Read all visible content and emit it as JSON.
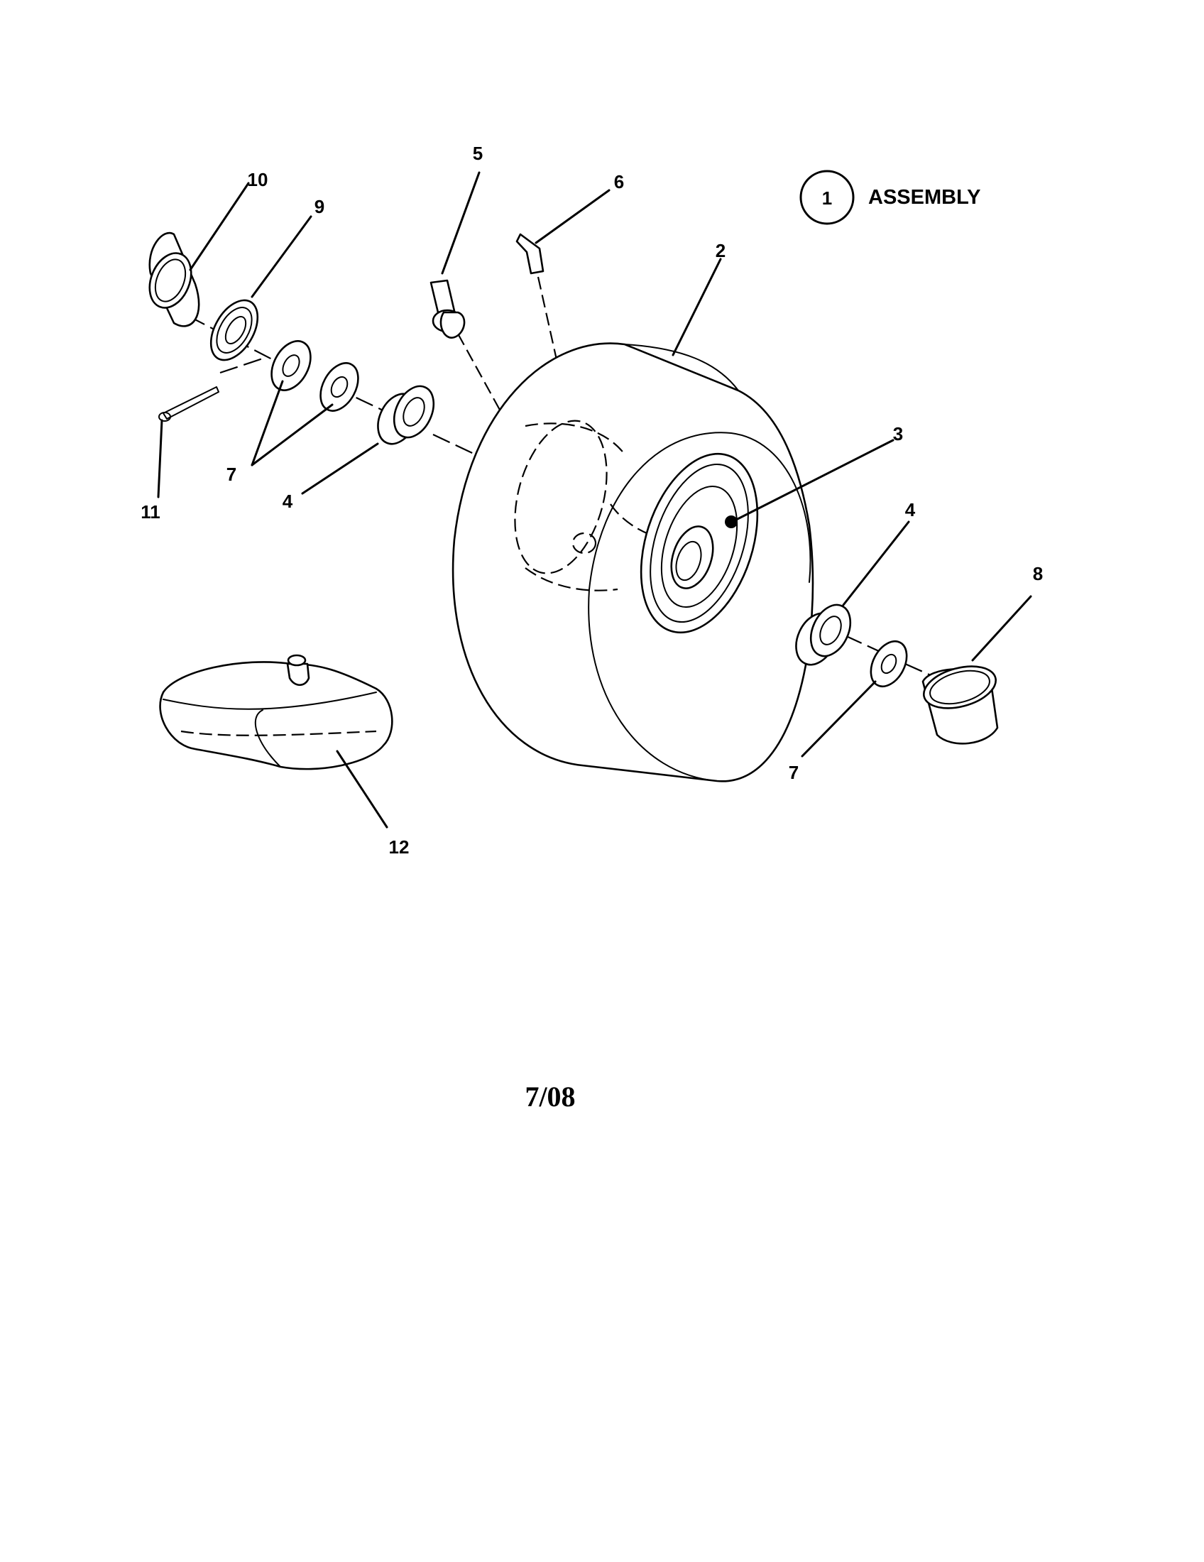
{
  "legend": {
    "number": "1",
    "label": "ASSEMBLY"
  },
  "callouts": {
    "c2": "2",
    "c3": "3",
    "c4a": "4",
    "c4b": "4",
    "c5": "5",
    "c6": "6",
    "c7a": "7",
    "c7b": "7",
    "c8": "8",
    "c9": "9",
    "c10": "10",
    "c11": "11",
    "c12": "12"
  },
  "footer": {
    "date": "7/08"
  }
}
